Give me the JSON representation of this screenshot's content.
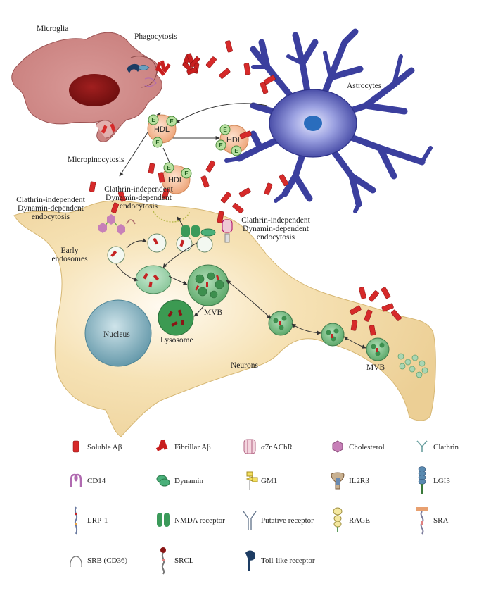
{
  "labels": {
    "microglia": "Microglia",
    "phagocytosis": "Phagocytosis",
    "astrocytes": "Astrocytes",
    "micropinocytosis": "Micropinocytosis",
    "hdl": "HDL",
    "apoe": "E",
    "clathrin_ind_dyn_dep_left_1": "Clathrin-independent",
    "clathrin_ind_dyn_dep_left_2": "Dynamin-dependent",
    "clathrin_ind_dyn_dep_left_3": "endocytosis",
    "clathrin_dep_1": "Clathrin-independent",
    "clathrin_dep_2": "Dynamin-dependent",
    "clathrin_dep_3": "endocytosis",
    "clathrin_ind_right_1": "Clathrin-independent",
    "clathrin_ind_right_2": "Dynamin-dependent",
    "clathrin_ind_right_3": "endocytosis",
    "early_endosomes_1": "Early",
    "early_endosomes_2": "endosomes",
    "mvb": "MVB",
    "mvb_axon": "MVB",
    "lysosome": "Lysosome",
    "nucleus": "Nucleus",
    "neurons": "Neurons"
  },
  "legend": [
    {
      "icon": "soluble-abeta-icon",
      "label": "Soluble Aβ"
    },
    {
      "icon": "fibrillar-abeta-icon",
      "label": "Fibrillar Aβ"
    },
    {
      "icon": "a7nachr-icon",
      "label": "α7nAChR"
    },
    {
      "icon": "cholesterol-icon",
      "label": "Cholesterol"
    },
    {
      "icon": "clathrin-icon",
      "label": "Clathrin"
    },
    {
      "icon": "cd14-icon",
      "label": "CD14"
    },
    {
      "icon": "dynamin-icon",
      "label": "Dynamin"
    },
    {
      "icon": "gm1-icon",
      "label": "GM1"
    },
    {
      "icon": "il2rb-icon",
      "label": "IL2Rβ"
    },
    {
      "icon": "lgi3-icon",
      "label": "LGI3"
    },
    {
      "icon": "lrp1-icon",
      "label": "LRP-1"
    },
    {
      "icon": "nmda-receptor-icon",
      "label": "NMDA receptor"
    },
    {
      "icon": "putative-receptor-icon",
      "label": "Putative receptor"
    },
    {
      "icon": "rage-icon",
      "label": "RAGE"
    },
    {
      "icon": "sra-icon",
      "label": "SRA"
    },
    {
      "icon": "srb-cd36-icon",
      "label": "SRB (CD36)"
    },
    {
      "icon": "srcl-icon",
      "label": "SRCL"
    },
    {
      "icon": "toll-like-receptor-icon",
      "label": "Toll-like receptor"
    }
  ],
  "colors": {
    "microglia": "#d9908f",
    "microglia_nucleus": "#8e1a1a",
    "astrocyte": "#3b3f9e",
    "neuron": "#f2dca8",
    "neuron_nucleus": "#6ea3b3",
    "abeta": "#d62a2a",
    "vesicle": "#49a05c",
    "hdl": "#f2b48c",
    "apoe": "#b8e0a0"
  }
}
